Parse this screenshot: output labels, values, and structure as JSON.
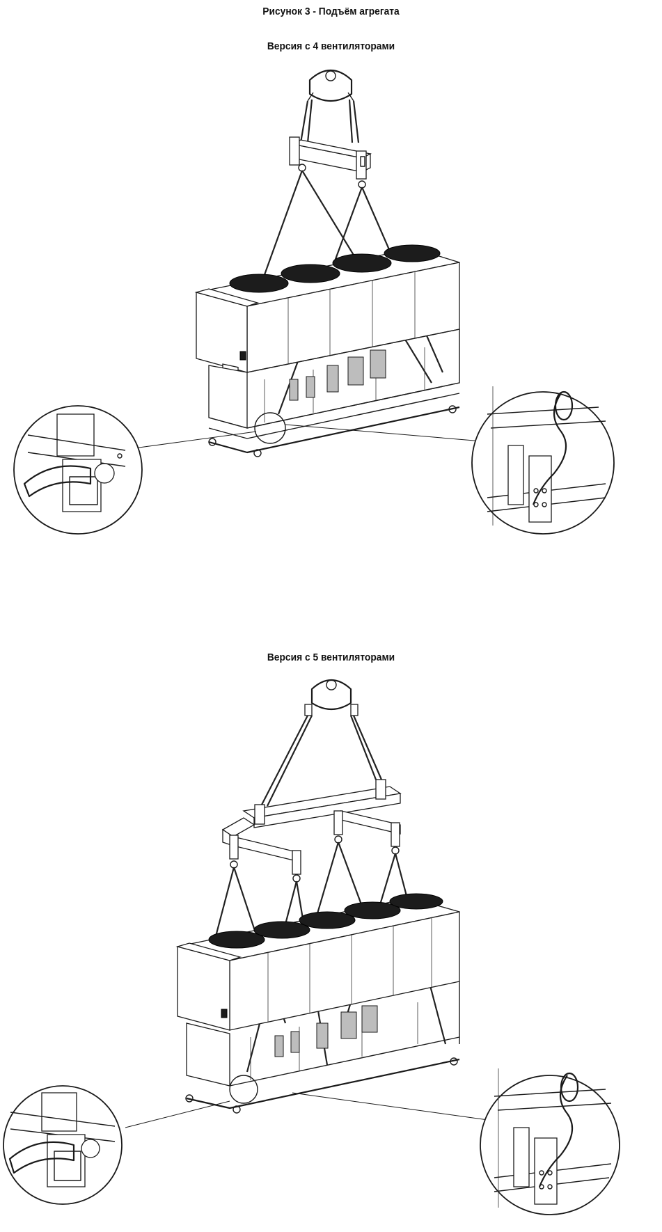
{
  "figure": {
    "title": "Рисунок 3 - Подъём агрегата"
  },
  "versions": [
    {
      "label": "Версия с 4 вентиляторами"
    },
    {
      "label": "Версия с 5 вентиляторами"
    }
  ]
}
